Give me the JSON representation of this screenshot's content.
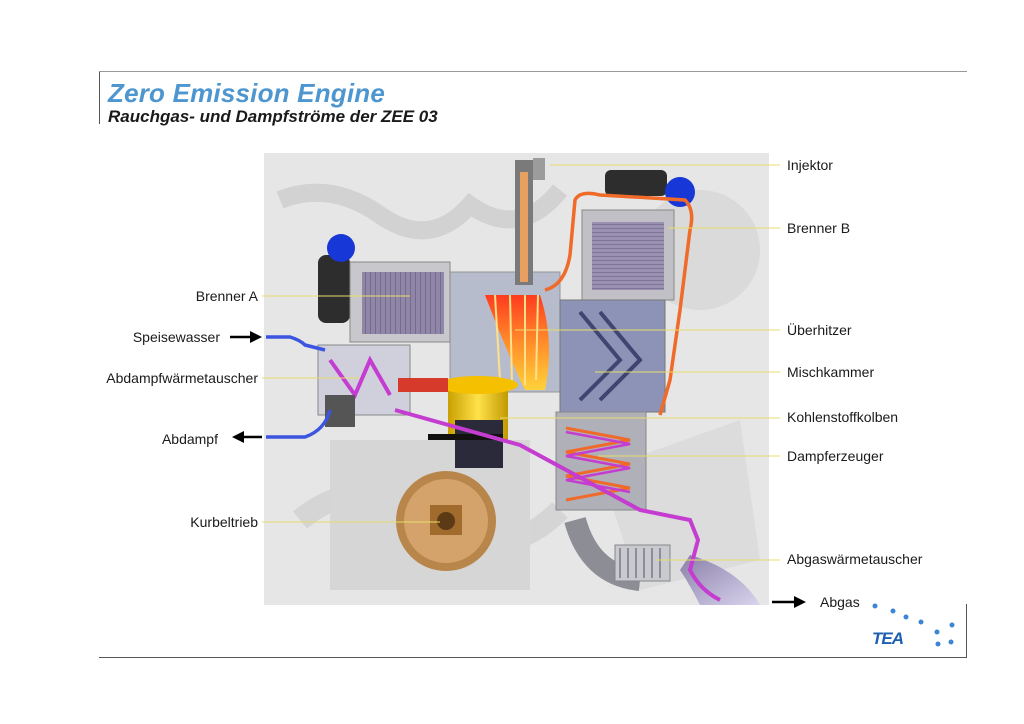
{
  "header": {
    "title": "Zero Emission Engine",
    "subtitle": "Rauchgas- und Dampfströme der ZEE 03"
  },
  "labels": {
    "injektor": "Injektor",
    "brenner_b": "Brenner B",
    "brenner_a": "Brenner A",
    "speisewasser": "Speisewasser",
    "ueberhitzer": "Überhitzer",
    "mischkammer": "Mischkammer",
    "abdampfwaermetauscher": "Abdampfwärmetauscher",
    "kohlenstoffkolben": "Kohlenstoffkolben",
    "abdampf": "Abdampf",
    "dampferzeuger": "Dampferzeuger",
    "kurbeltrieb": "Kurbeltrieb",
    "abgaswaermetauscher": "Abgaswärmetauscher",
    "abgas": "Abgas"
  },
  "logo": {
    "text": "TEA",
    "color": "#1d5fb0"
  },
  "colors": {
    "title": "#4d96d0",
    "steam_flow": "#f06a2a",
    "exhaust_flow": "#c43dd0",
    "water_flow": "#3c55e0",
    "burner_knob": "#1737d6"
  }
}
